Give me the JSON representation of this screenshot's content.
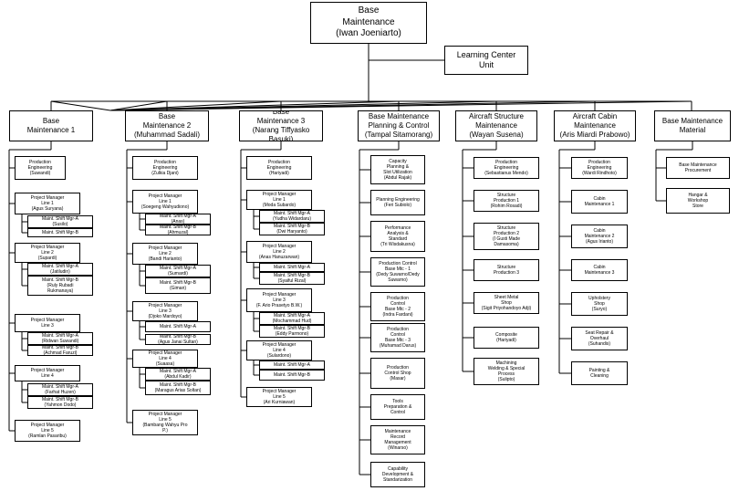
{
  "root": [
    "Base",
    "Maintenance",
    "(Iwan Joeniarto)"
  ],
  "learning_center": [
    "Learning Center",
    "Unit"
  ],
  "departments": [
    {
      "head": [
        "Base",
        "Maintenance 1"
      ],
      "units": [
        [
          "Production",
          "Engineering",
          "(Suwandi)"
        ],
        [
          "Project Manager",
          "Line 1",
          "(Agus Suryana)"
        ],
        [
          "Maint. Shift Mgr-A",
          "(Susilo)"
        ],
        [
          "Maint. Shift Mgr-B"
        ],
        [
          "Project Manager",
          "Line 2",
          "(Supardi)"
        ],
        [
          "Maint. Shift Mgr-A",
          "(Jatiludin)"
        ],
        [
          "Maint. Shift Mgr-B",
          "(Ruly Rubadi",
          "Rukmanaya)"
        ],
        [
          "Project Manager",
          "Line 3"
        ],
        [
          "Maint. Shift Mgr-A",
          "(Ridwan Suwandi)"
        ],
        [
          "Maint. Shift Mgr-B",
          "(Achmad Faruzi)"
        ],
        [
          "Project Manager",
          "Line 4"
        ],
        [
          "Maint. Shift Mgr-A",
          "(Farhat Huzen)"
        ],
        [
          "Maint. Shift Mgr-B",
          "(Yahmon Dodo)"
        ],
        [
          "Project Manager",
          "Line 5",
          "(Ramlan Pasaribu)"
        ]
      ]
    },
    {
      "head": [
        "Base",
        "Maintenance 2",
        "(Muhammad Sadali)"
      ],
      "units": [
        [
          "Production",
          "Engineering",
          "(Zulkia Djani)"
        ],
        [
          "Project Manager",
          "Line 1",
          "(Soegeng Wahyudiono)"
        ],
        [
          "Maint. Shift Mgr-A",
          "(Anas)"
        ],
        [
          "Maint. Shift Mgr-B",
          "(Ahmuzal)"
        ],
        [
          "Project Manager",
          "Line 2",
          "(Bandi Harianto)"
        ],
        [
          "Maint. Shift Mgr-A",
          "(Sumardi)"
        ],
        [
          "Maint. Shift Mgr-B",
          "(Giman)"
        ],
        [
          "Project Manager",
          "Line 3",
          "(Djoko Mardoyo)"
        ],
        [
          "Maint. Shift Mgr-A"
        ],
        [
          "Maint. Shift Mgr-B",
          "(Agus Janai Sultan)"
        ],
        [
          "Project Manager",
          "Line 4",
          "(Suaasa)"
        ],
        [
          "Maint. Shift Mgr-A",
          "(Abdul Kadir)"
        ],
        [
          "Maint. Shift Mgr-B",
          "(Maragus Arias Soltan)"
        ],
        [
          "Project Manager",
          "Line 5",
          "(Bambang Wahyu Pro",
          "P.)"
        ]
      ]
    },
    {
      "head": [
        "Base",
        "Maintenance 3",
        "(Narang Tiffyasko",
        "Basuki)"
      ],
      "units": [
        [
          "Production",
          "Engineering",
          "(Hariyadi)"
        ],
        [
          "Project Manager",
          "Line 1",
          "(Moda Subardo)"
        ],
        [
          "Maint. Shift Mgr-A",
          "(Yudha Widardaru)"
        ],
        [
          "Maint. Shift Mgr-B",
          "(Dwi Haryanto)"
        ],
        [
          "Project Manager",
          "Line 2",
          "(Anas Hanuzarwan)"
        ],
        [
          "Maint. Shift Mgr-A"
        ],
        [
          "Maint. Shift Mgr-B",
          "(Syaiful Rizal)"
        ],
        [
          "Project Manager",
          "Line 3",
          "(F. Ario Prasetyo B.W.)"
        ],
        [
          "Maint. Shift Mgr-A",
          "(Mochammad Hud)"
        ],
        [
          "Maint. Shift Mgr-B",
          "(Eddy Parmono)"
        ],
        [
          "Project Manager",
          "Line 4",
          "(Sulardono)"
        ],
        [
          "Maint. Shift Mgr-A"
        ],
        [
          "Maint. Shift Mgr-B"
        ],
        [
          "Project Manager",
          "Line 5",
          "(Ari Kurniawan)"
        ]
      ]
    },
    {
      "head": [
        "Base Maintenance",
        "Planning & Control",
        "(Tampal Sitamorang)"
      ],
      "units": [
        [
          "Capacity",
          "Planning &",
          "Slot Utilization",
          "(Abdul Rajak)"
        ],
        [
          "Planning Engineering",
          "(Feri Subiolo)"
        ],
        [
          "Performance",
          "Analysis &",
          "Standard",
          "(Tri Wisdakusna)"
        ],
        [
          "Production Control",
          "Base Mtc - 1",
          "(Dedy Suwarno/Dedy",
          "Suwarno)"
        ],
        [
          "Production",
          "Control",
          "Base Mtc - 2",
          "(Indra Fardani)"
        ],
        [
          "Production",
          "Control",
          "Base Mtc - 3",
          "(Muhamad Darus)"
        ],
        [
          "Production",
          "Control Shop",
          "(Masar)"
        ],
        [
          "Tools",
          "Preparation &",
          "Control"
        ],
        [
          "Maintenance",
          "Record",
          "Management",
          "(Winarso)"
        ],
        [
          "Capability",
          "Development &",
          "Standarization"
        ]
      ]
    },
    {
      "head": [
        "Aircraft Structure",
        "Maintenance",
        "(Wayan Susena)"
      ],
      "units": [
        [
          "Production",
          "Engineering",
          "(Sebastianus Mendo)"
        ],
        [
          "Structure",
          "Production 1",
          "(Rohim Rosadi)"
        ],
        [
          "Structure",
          "Production 2",
          "(I Gusti Made",
          "Damasoma)"
        ],
        [
          "Structure",
          "Production 3"
        ],
        [
          "Sheet Metal",
          "Shop",
          "(Sigit Priyohandoyo Adji)"
        ],
        [
          "Composite",
          "(Hariyadi)"
        ],
        [
          "Machining",
          "Welding & Special",
          "Process",
          "(Sulipto)"
        ]
      ]
    },
    {
      "head": [
        "Aircraft Cabin",
        "Maintenance",
        "(Aris Miardi Prabowo)"
      ],
      "units": [
        [
          "Production",
          "Engineering",
          "(Wardi Rindhoto)"
        ],
        [
          "Cabin",
          "Maintenance 1"
        ],
        [
          "Cabin",
          "Maintenance 2",
          "(Agus Irianto)"
        ],
        [
          "Cabin",
          "Maintenance 3"
        ],
        [
          "Upholstery",
          "Shop",
          "(Suryo)"
        ],
        [
          "Seat Repair &",
          "Overhaul",
          "(Suhandis)"
        ],
        [
          "Painting &",
          "Cleaning"
        ]
      ]
    },
    {
      "head": [
        "Base Maintenance",
        "Material"
      ],
      "units": [
        [
          "Base Maintenance",
          "Procurement"
        ],
        [
          "Hangar &",
          "Workshop",
          "Store"
        ]
      ]
    }
  ]
}
